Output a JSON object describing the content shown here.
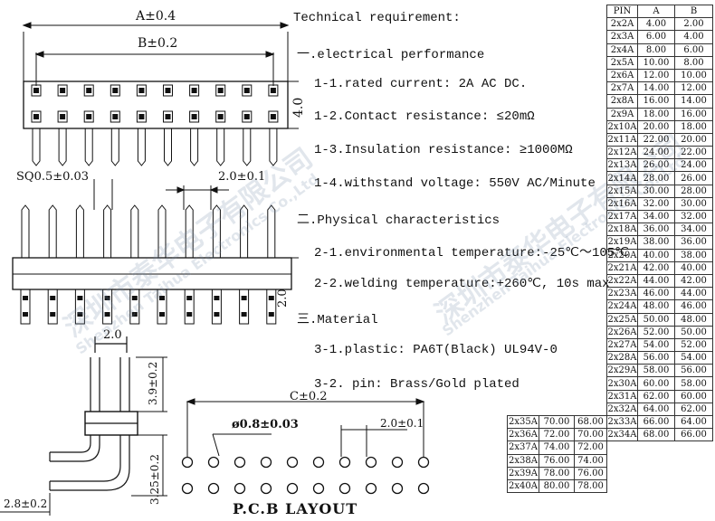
{
  "spec": {
    "title": "Technical requirement:",
    "lines": [
      "一.electrical performance",
      "1-1.rated current: 2A AC DC.",
      "1-2.Contact resistance: ≤20mΩ",
      "1-3.Insulation resistance: ≥1000MΩ",
      "1-4.withstand voltage: 550V AC/Minute",
      "二.Physical characteristics",
      "2-1.environmental temperature:-25℃～105℃",
      "2-2.welding temperature:+260℃, 10s max",
      "三.Material",
      "3-1.plastic: PA6T(Black) UL94V-0",
      "3-2.    pin: Brass/Gold plated"
    ]
  },
  "dims": {
    "a": "A±0.4",
    "b": "B±0.2",
    "height": "4.0",
    "sq": "SQ0.5±0.03",
    "pitch_top": "2.0±0.1",
    "side_height": "2.0",
    "side_pitch": "2.0",
    "pin_len": "3.9±0.2",
    "bend_len": "3.25±0.2",
    "offset": "2.8±0.2",
    "c": "C±0.2",
    "hole": "ø0.8±0.03",
    "pcb_pitch": "2.0±0.1",
    "pcb_title": "P.C.B   LAYOUT"
  },
  "watermark": {
    "cn": "深圳市泰华电子有限公司",
    "en": "Shenzhen Taihua Electronics Co.,Ltd"
  },
  "pin_table": {
    "headers": [
      "PIN",
      "A",
      "B"
    ],
    "rows": [
      [
        "2x2A",
        "4.00",
        "2.00"
      ],
      [
        "2x3A",
        "6.00",
        "4.00"
      ],
      [
        "2x4A",
        "8.00",
        "6.00"
      ],
      [
        "2x5A",
        "10.00",
        "8.00"
      ],
      [
        "2x6A",
        "12.00",
        "10.00"
      ],
      [
        "2x7A",
        "14.00",
        "12.00"
      ],
      [
        "2x8A",
        "16.00",
        "14.00"
      ],
      [
        "2x9A",
        "18.00",
        "16.00"
      ],
      [
        "2x10A",
        "20.00",
        "18.00"
      ],
      [
        "2x11A",
        "22.00",
        "20.00"
      ],
      [
        "2x12A",
        "24.00",
        "22.00"
      ],
      [
        "2x13A",
        "26.00",
        "24.00"
      ],
      [
        "2x14A",
        "28.00",
        "26.00"
      ],
      [
        "2x15A",
        "30.00",
        "28.00"
      ],
      [
        "2x16A",
        "32.00",
        "30.00"
      ],
      [
        "2x17A",
        "34.00",
        "32.00"
      ],
      [
        "2x18A",
        "36.00",
        "34.00"
      ],
      [
        "2x19A",
        "38.00",
        "36.00"
      ],
      [
        "2x20A",
        "40.00",
        "38.00"
      ],
      [
        "2x21A",
        "42.00",
        "40.00"
      ],
      [
        "2x22A",
        "44.00",
        "42.00"
      ],
      [
        "2x23A",
        "46.00",
        "44.00"
      ],
      [
        "2x24A",
        "48.00",
        "46.00"
      ],
      [
        "2x25A",
        "50.00",
        "48.00"
      ],
      [
        "2x26A",
        "52.00",
        "50.00"
      ],
      [
        "2x27A",
        "54.00",
        "52.00"
      ],
      [
        "2x28A",
        "56.00",
        "54.00"
      ],
      [
        "2x29A",
        "58.00",
        "56.00"
      ],
      [
        "2x30A",
        "60.00",
        "58.00"
      ],
      [
        "2x31A",
        "62.00",
        "60.00"
      ],
      [
        "2x32A",
        "64.00",
        "62.00"
      ],
      [
        "2x33A",
        "66.00",
        "64.00"
      ],
      [
        "2x34A",
        "68.00",
        "66.00"
      ]
    ]
  },
  "extra_table": {
    "rows": [
      [
        "2x35A",
        "70.00",
        "68.00"
      ],
      [
        "2x36A",
        "72.00",
        "70.00"
      ],
      [
        "2x37A",
        "74.00",
        "72.00"
      ],
      [
        "2x38A",
        "76.00",
        "74.00"
      ],
      [
        "2x39A",
        "78.00",
        "76.00"
      ],
      [
        "2x40A",
        "80.00",
        "78.00"
      ]
    ]
  }
}
